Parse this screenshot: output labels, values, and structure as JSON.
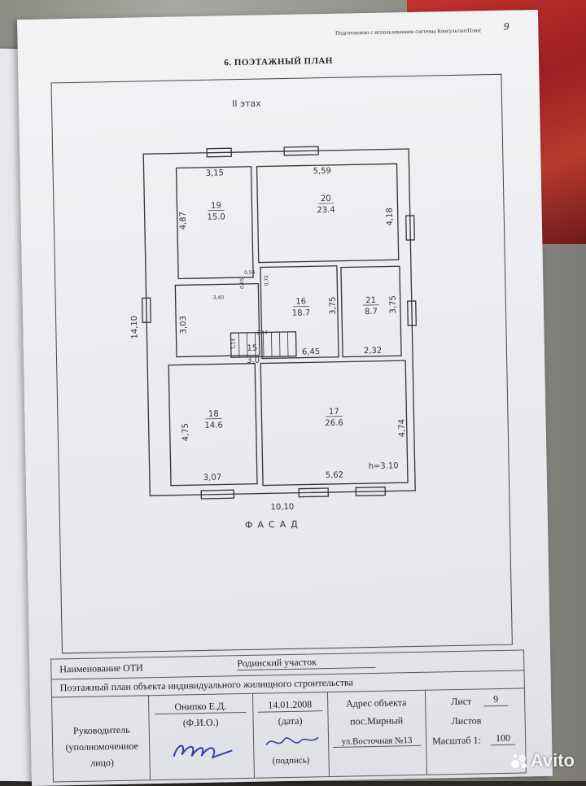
{
  "header": {
    "note": "Подготовлено с использованием системы КонсультантПлюс",
    "page_number": "9",
    "title": "6. ПОЭТАЖНЫЙ ПЛАН"
  },
  "plan": {
    "floor_label": "II этах",
    "facade_label": "ФАСАД",
    "overall_width": "10,10",
    "overall_depth": "14,10",
    "ceiling_height": "h=3.10",
    "rooms": [
      {
        "id": "19",
        "area": "15.0",
        "dims": [
          "3,15",
          "4,87"
        ]
      },
      {
        "id": "20",
        "area": "23.4",
        "dims": [
          "5,59",
          "4,18"
        ]
      },
      {
        "id": "16",
        "area": "18.7",
        "dims": [
          "3,75",
          "6,45"
        ]
      },
      {
        "id": "21",
        "area": "8.7",
        "dims": [
          "3,75",
          "2,32"
        ]
      },
      {
        "id": "15",
        "area": "3.0",
        "dims": [
          "1,14",
          "2,44"
        ]
      },
      {
        "id": "18",
        "area": "14.6",
        "dims": [
          "4,75",
          "3,07"
        ]
      },
      {
        "id": "17",
        "area": "26.6",
        "dims": [
          "4,74",
          "5,62"
        ]
      }
    ],
    "misc_dims": [
      "3,03",
      "0,54",
      "0,65",
      "0,72",
      "3,40"
    ]
  },
  "table": {
    "name_label": "Наименование ОТИ",
    "name_value": "Родинский участок",
    "description": "Поэтажный план объекта индивидуального жилищного строительства",
    "head_label": "Руководитель (уполномоченное лицо)",
    "fio_value": "Онипко Е.Д.",
    "fio_label": "(Ф.И.О.)",
    "date_value": "14.01.2008",
    "date_label": "(дата)",
    "sign_label": "(подпись)",
    "address_label": "Адрес объекта",
    "address_settlement": "пос.Мирный",
    "address_street": "ул.Восточная №13",
    "sheet_label": "Лист",
    "sheet_value": "9",
    "sheets_label": "Листов",
    "scale_label": "Масштаб 1:",
    "scale_value": "100"
  },
  "watermark": "Avito"
}
